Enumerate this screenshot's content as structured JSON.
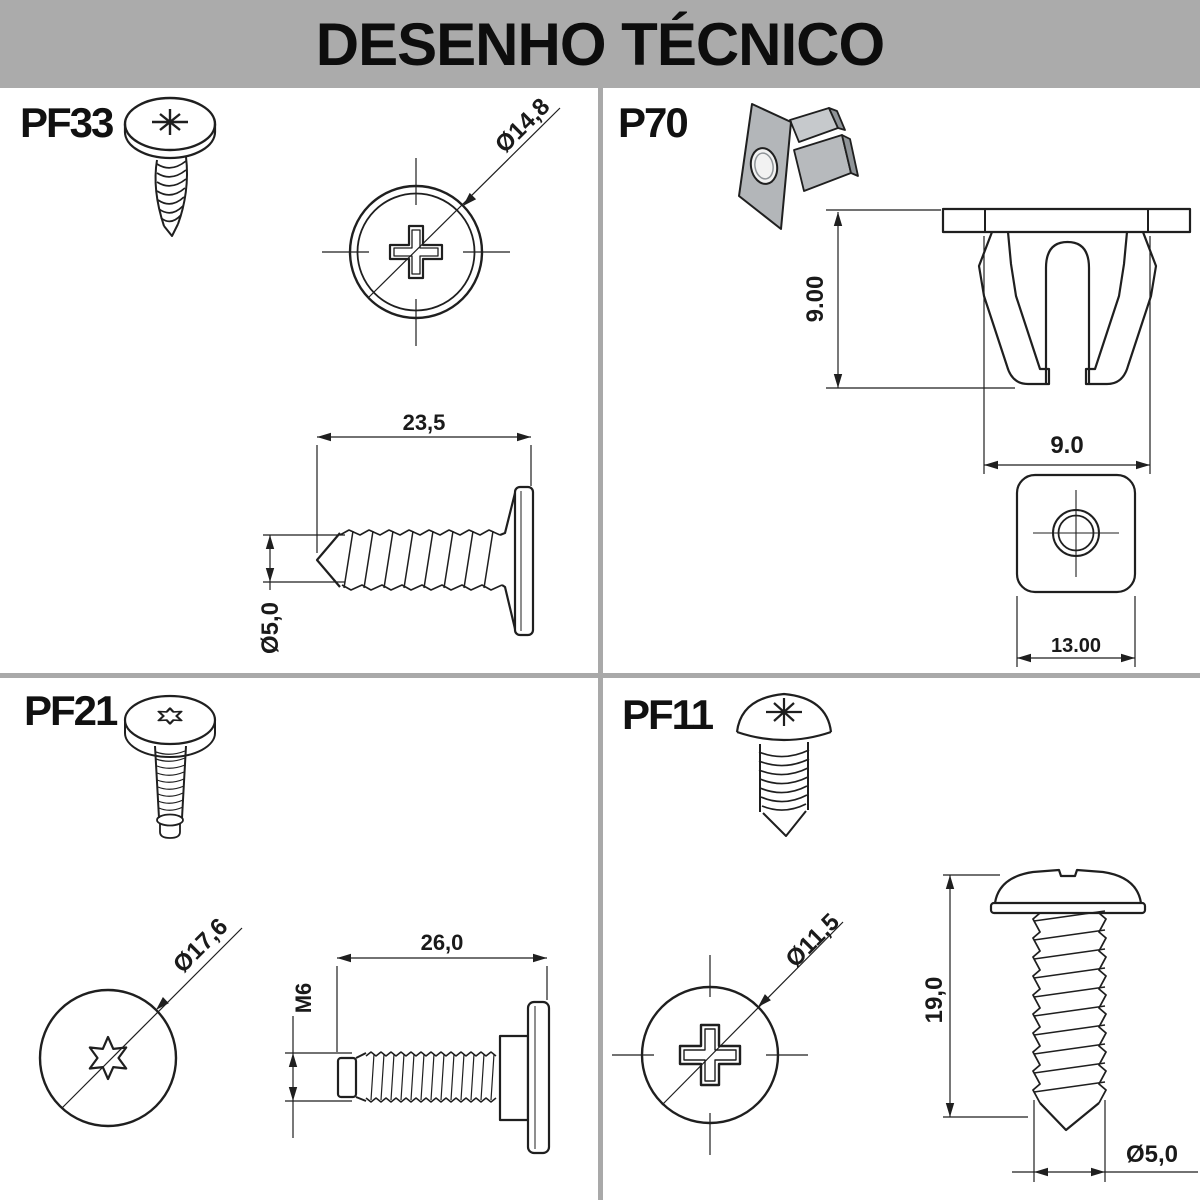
{
  "header": {
    "title": "DESENHO TÉCNICO"
  },
  "colors": {
    "header_bg": "#ABABAB",
    "divider": "#A9A9A9",
    "line": "#1F1F1F",
    "background": "#FFFFFF"
  },
  "parts": {
    "pf33": {
      "label": "PF33",
      "dims": {
        "head_diameter": "Ø14,8",
        "length": "23,5",
        "shank_diameter": "Ø5,0"
      }
    },
    "p70": {
      "label": "P70",
      "dims": {
        "height": "9.00",
        "clip_width": "9.0",
        "plate_width": "13.00"
      }
    },
    "pf21": {
      "label": "PF21",
      "dims": {
        "head_diameter": "Ø17,6",
        "length": "26,0",
        "thread": "M6"
      }
    },
    "pf11": {
      "label": "PF11",
      "dims": {
        "head_diameter": "Ø11,5",
        "length": "19,0",
        "shank_diameter": "Ø5,0"
      }
    }
  }
}
